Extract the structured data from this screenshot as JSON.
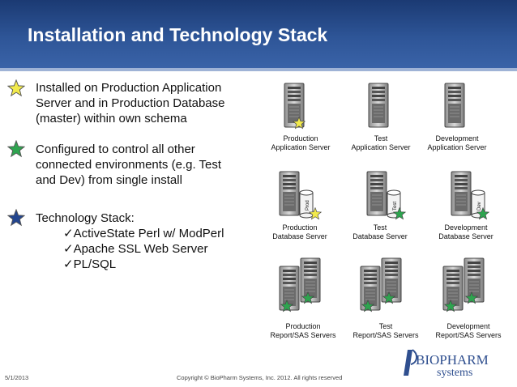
{
  "title": "Installation and Technology Stack",
  "bullets": [
    {
      "star_color": "#f2ea4c",
      "lines": [
        "Installed on Production Application",
        "Server and in Production Database",
        "(master) within own schema"
      ]
    },
    {
      "star_color": "#2ea44f",
      "lines": [
        "Configured to control all other",
        "connected environments (e.g. Test",
        "and Dev) from single install"
      ]
    },
    {
      "star_color": "#23458f",
      "lines": [
        "Technology Stack:"
      ],
      "items": [
        "✓ActiveState Perl w/ ModPerl",
        "✓Apache SSL Web Server",
        "✓PL/SQL"
      ]
    }
  ],
  "servers": {
    "row1": [
      {
        "line1": "Production",
        "line2": "Application Server"
      },
      {
        "line1": "Test",
        "line2": "Application Server"
      },
      {
        "line1": "Development",
        "line2": "Application Server"
      }
    ],
    "row2": [
      {
        "line1": "Production",
        "line2": "Database Server",
        "db_tag": "Prod"
      },
      {
        "line1": "Test",
        "line2": "Database Server",
        "db_tag": "Test"
      },
      {
        "line1": "Development",
        "line2": "Database Server",
        "db_tag": "Dev"
      }
    ],
    "row3": [
      {
        "line1": "Production",
        "line2": "Report/SAS Servers"
      },
      {
        "line1": "Test",
        "line2": "Report/SAS Servers"
      },
      {
        "line1": "Development",
        "line2": "Report/SAS Servers"
      }
    ]
  },
  "colors": {
    "yellow_star": "#f2ea4c",
    "green_star": "#2ea44f",
    "blue_star": "#23458f",
    "header": "#2e5597"
  },
  "footer": {
    "date": "5/1/2013",
    "copyright": "Copyright © BioPharm Systems, Inc.  2012.  All rights reserved"
  },
  "logo": {
    "line1": "BIOPHARM",
    "line2": "systems"
  }
}
